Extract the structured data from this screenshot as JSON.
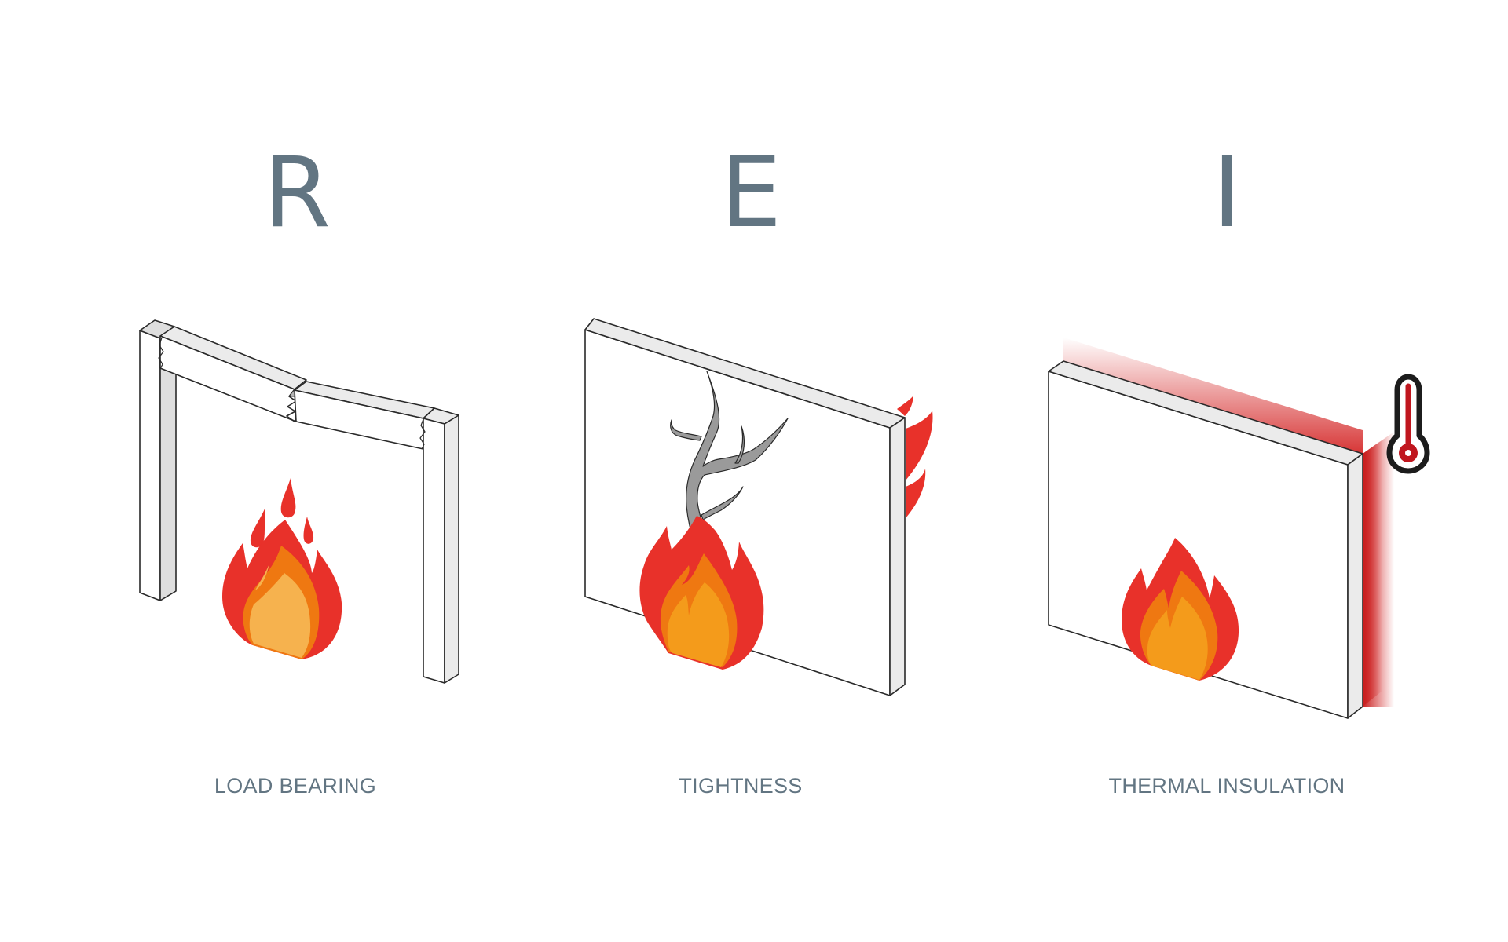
{
  "panels": [
    {
      "letter": "R",
      "label": "LOAD BEARING",
      "illustration": "broken-frame-with-fire"
    },
    {
      "letter": "E",
      "label": "TIGHTNESS",
      "illustration": "cracked-wall-with-fire-passing-through"
    },
    {
      "letter": "I",
      "label": "THERMAL INSULATION",
      "illustration": "wall-with-heat-glow-and-thermometer"
    }
  ],
  "icons": [
    "fire-icon",
    "crack-icon",
    "thermometer-icon"
  ],
  "colors": {
    "text": "#627582",
    "flame_outer": "#e8312a",
    "flame_middle": "#ef7811",
    "flame_inner": "#f49b1b",
    "flame_inner_light": "#f6b24e",
    "heat_glow": "#d52b2b",
    "thermometer_red": "#c0161e",
    "structure_fill": "#ffffff",
    "structure_side": "#ebebeb",
    "crack_fill": "#9a9a9a",
    "outline": "#2a2a2a"
  }
}
